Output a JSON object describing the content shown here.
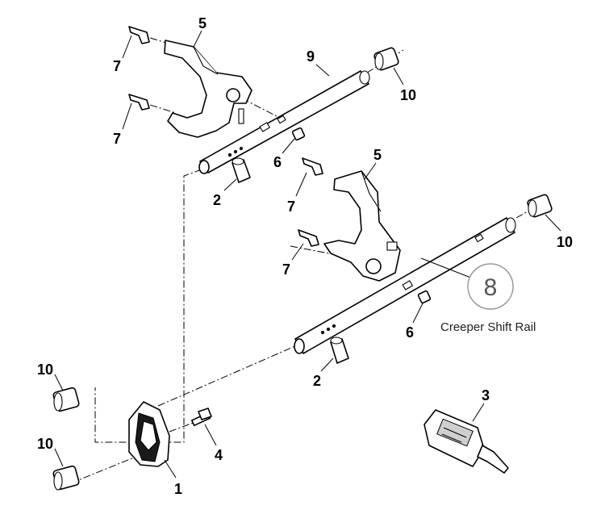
{
  "callouts": {
    "c5a": "5",
    "c7a": "7",
    "c7b": "7",
    "c9": "9",
    "c10a": "10",
    "c6a": "6",
    "c2a": "2",
    "c5b": "5",
    "c7c": "7",
    "c7d": "7",
    "c10b": "10",
    "c6b": "6",
    "c2b": "2",
    "c10c": "10",
    "c10d": "10",
    "c4": "4",
    "c1": "1",
    "c3": "3"
  },
  "highlight": {
    "number": "8",
    "caption": "Creeper Shift Rail",
    "color": "#8a8a8a"
  }
}
